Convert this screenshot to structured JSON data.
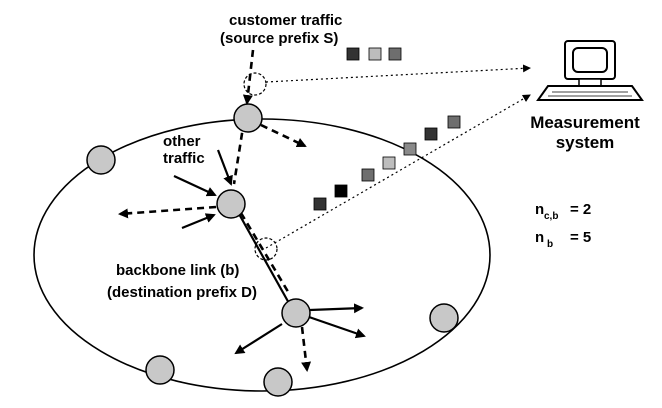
{
  "labels": {
    "customer_traffic": "customer traffic",
    "source_prefix": "(source prefix S)",
    "other": "other",
    "traffic": "traffic",
    "backbone_link": "backbone link (b)",
    "destination_prefix": "(destination prefix D)",
    "measurement": "Measurement",
    "system": "system"
  },
  "metrics": {
    "ncb_n": "n",
    "ncb_sub": "c,b",
    "ncb_val": "= 2",
    "nb_n": "n",
    "nb_sub": "b",
    "nb_val": "= 5"
  },
  "colors": {
    "node_fill": "#c8c8c8",
    "packet_dark": "#333333",
    "packet_mid": "#6e6e6e",
    "packet_light": "#bdbdbd"
  }
}
